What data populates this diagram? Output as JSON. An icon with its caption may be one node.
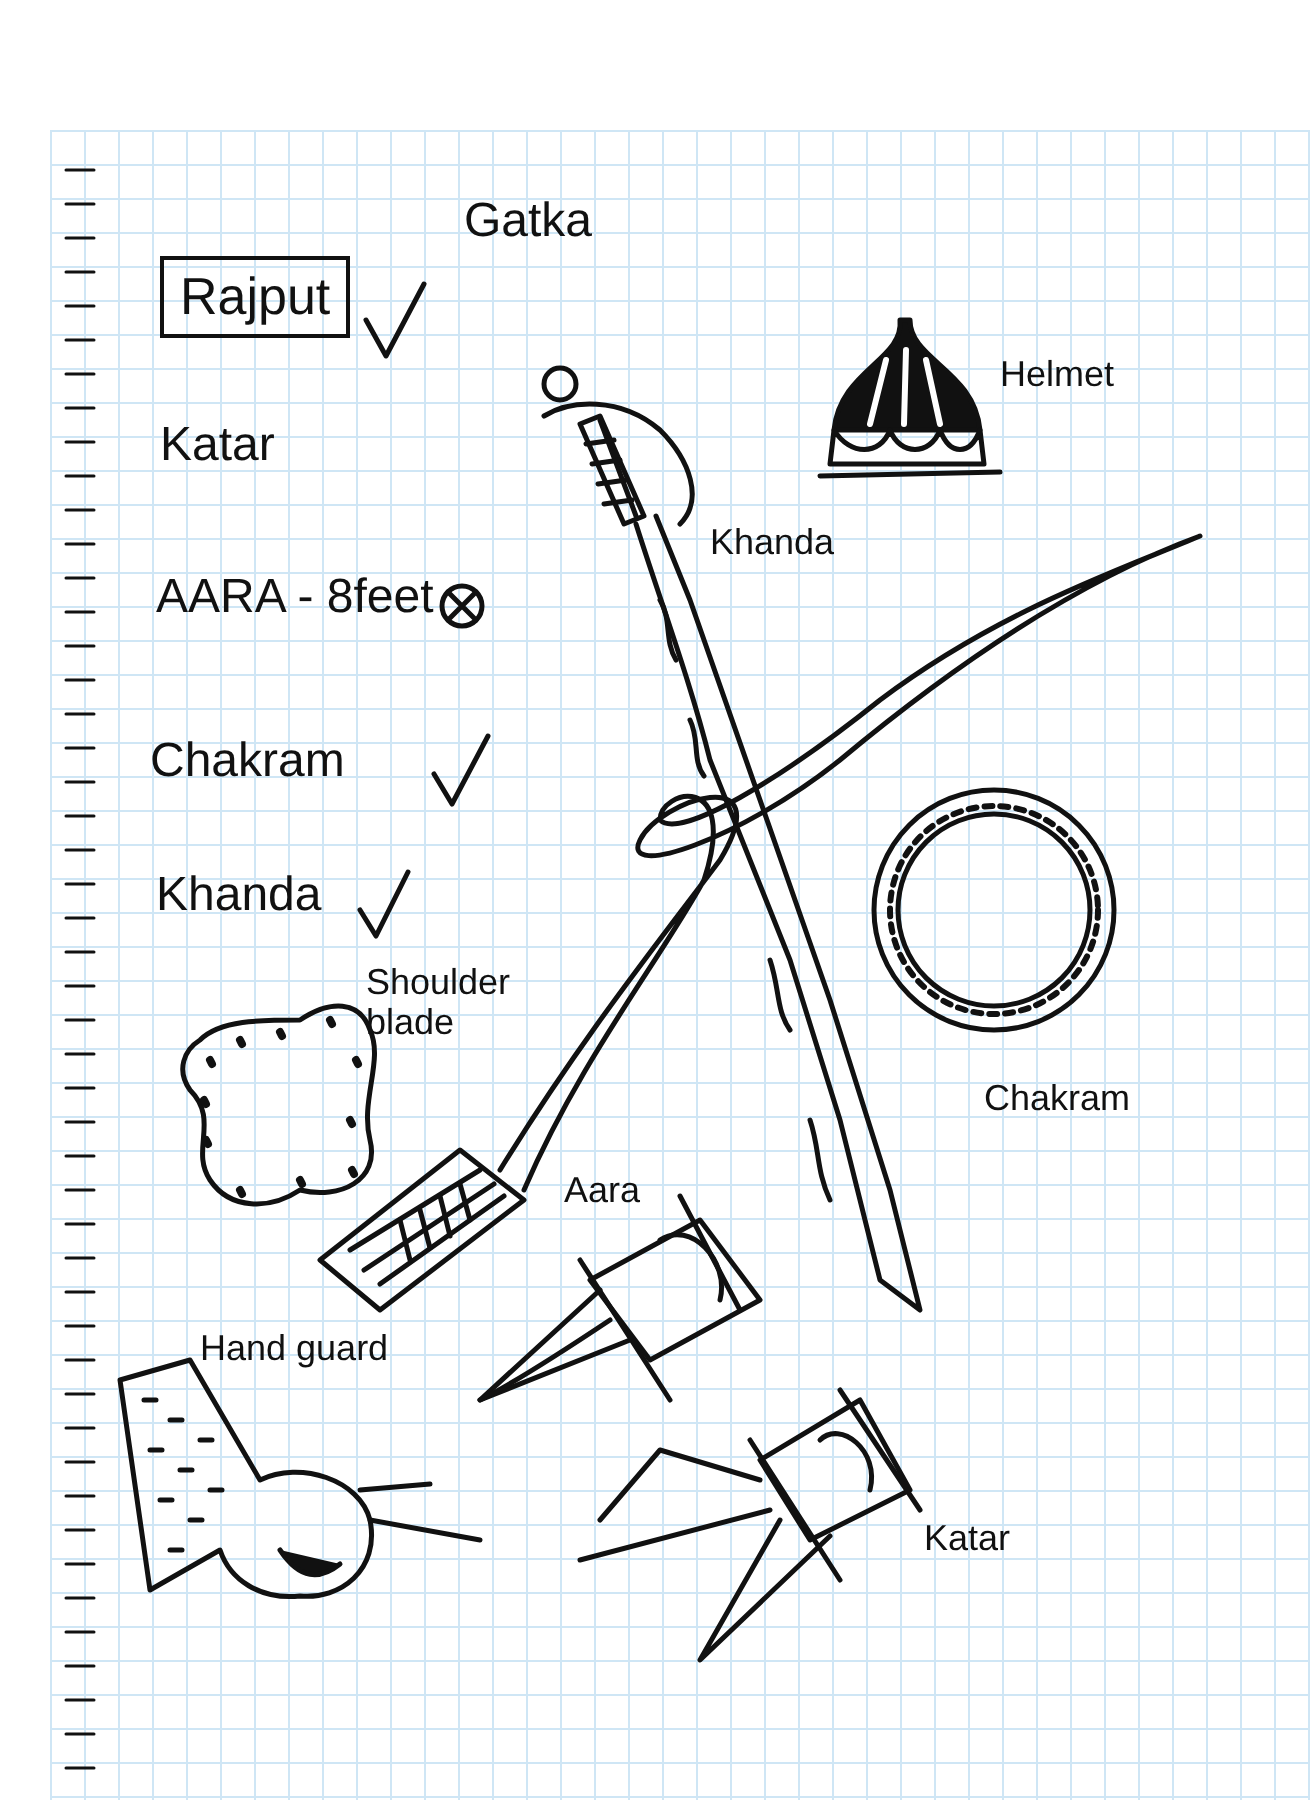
{
  "diagram": {
    "nodes": [
      {
        "text": [
          "Rajput"
        ]
      }
    ],
    "labels": [
      "Gatka",
      "Katar",
      "AARA - 8feet",
      "Chakram",
      "Khanda",
      "Helmet",
      "Khanda",
      "Shoulder blade",
      "Aara",
      "Chakram",
      "Hand guard",
      "Katar"
    ]
  }
}
